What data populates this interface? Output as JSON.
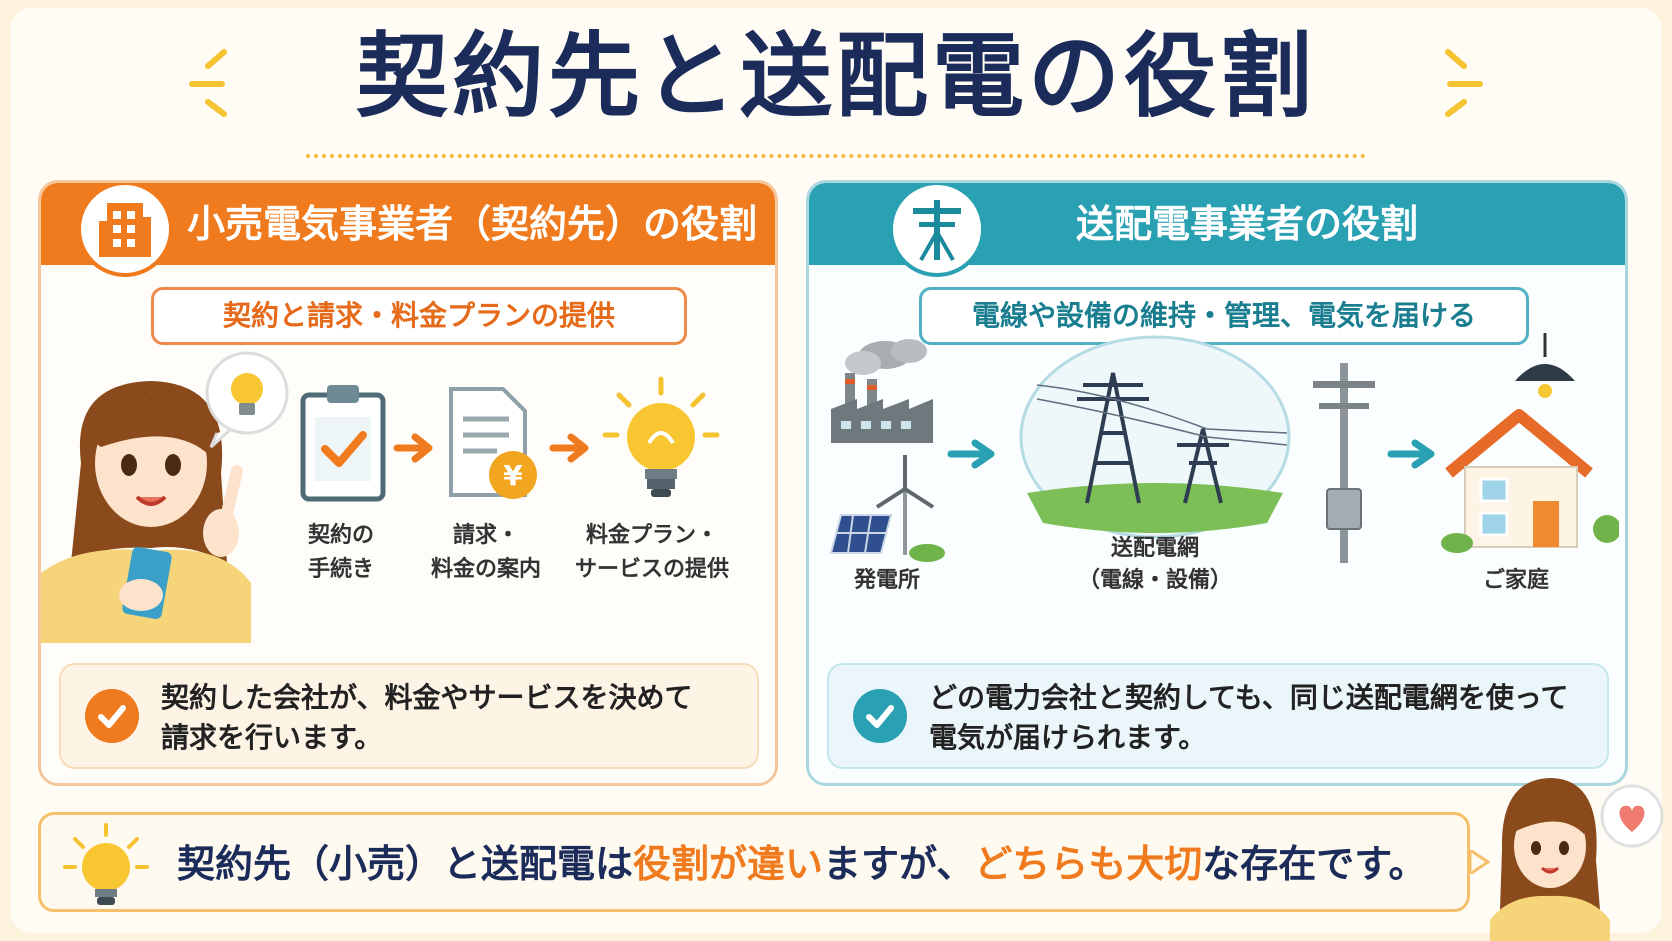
{
  "title": "契約先と送配電の役割",
  "colors": {
    "retail_accent": "#f07b1e",
    "grid_accent": "#2aa0b3",
    "title": "#1c2c5a",
    "highlight": "#f07b1e"
  },
  "left_panel": {
    "heading": "小売電気事業者（契約先）の役割",
    "icon": "building-icon",
    "subtitle": "契約と請求・料金プランの提供",
    "steps": [
      {
        "line1": "契約の",
        "line2": "手続き",
        "icon": "clipboard-check-icon"
      },
      {
        "line1": "請求・",
        "line2": "料金の案内",
        "icon": "invoice-yen-icon"
      },
      {
        "line1": "料金プラン・",
        "line2": "サービスの提供",
        "icon": "lightbulb-icon"
      }
    ],
    "note_line1": "契約した会社が、料金やサービスを決めて",
    "note_line2": "請求を行います。"
  },
  "right_panel": {
    "heading": "送配電事業者の役割",
    "icon": "utility-pole-icon",
    "subtitle": "電線や設備の維持・管理、電気を届ける",
    "power_plant_label": "発電所",
    "grid_label_line1": "送配電網",
    "grid_label_line2": "（電線・設備）",
    "home_label": "ご家庭",
    "note_line1": "どの電力会社と契約しても、同じ送配電網を使って",
    "note_line2": "電気が届けられます。"
  },
  "bottom": {
    "text_part1": "契約先（小売）と送配電は",
    "text_highlight1": "役割が違い",
    "text_part2": "ますが、",
    "text_highlight2": "どちらも大切",
    "text_part3": "な存在です。"
  }
}
